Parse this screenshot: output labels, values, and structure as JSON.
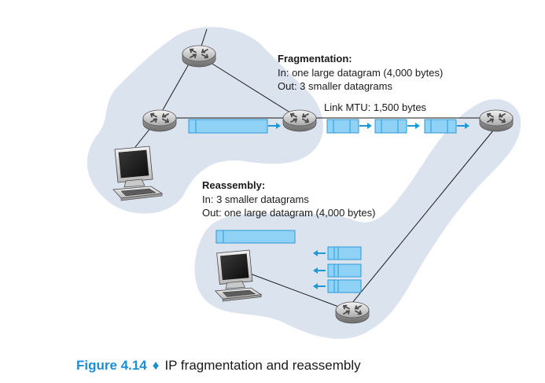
{
  "fragmentation": {
    "title": "Fragmentation:",
    "in_text": "In: one large datagram (4,000 bytes)",
    "out_text": "Out: 3 smaller datagrams"
  },
  "link": {
    "mtu_label": "Link MTU: 1,500 bytes"
  },
  "reassembly": {
    "title": "Reassembly:",
    "in_text": "In: 3 smaller datagrams",
    "out_text": "Out: one large datagram (4,000 bytes)"
  },
  "caption": {
    "figure_label": "Figure 4.14",
    "separator": "♦",
    "text": "IP fragmentation and reassembly"
  },
  "colors": {
    "network_cloud": "#dbe3ef",
    "datagram_fill": "#8fd2f5",
    "datagram_stroke": "#2c9ad6",
    "arrow": "#1b9ad9",
    "caption_accent": "#1b8fd6"
  },
  "icons": {
    "router": "router-icon",
    "host": "desktop-computer-icon"
  }
}
